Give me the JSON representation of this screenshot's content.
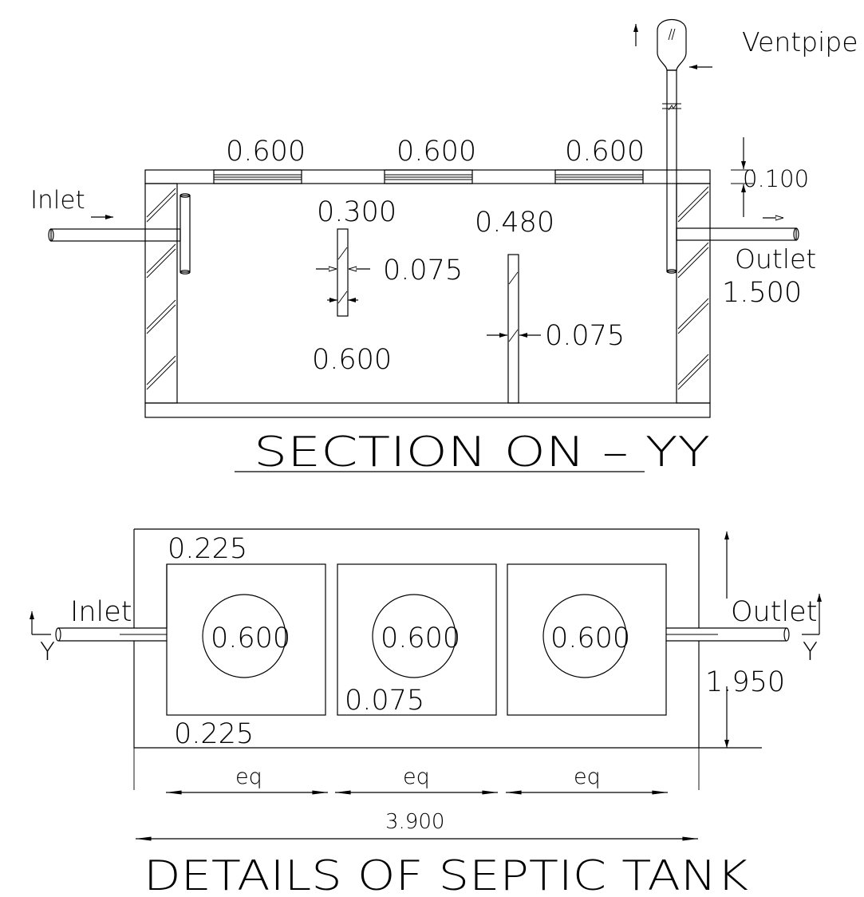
{
  "drawing_title": "DETAILS OF SEPTIC TANK",
  "section": {
    "title": "SECTION ON – YY",
    "inlet_label": "Inlet",
    "outlet_label": "Outlet",
    "ventpipe_label": "Ventpipe",
    "slab_openings": [
      "0.600",
      "0.600",
      "0.600"
    ],
    "slab_thickness": "0.100",
    "baffle1_height": "0.300",
    "baffle1_thickness": "0.075",
    "baffle1_bottom_gap": "0.600",
    "baffle2_top_gap": "0.480",
    "baffle2_thickness": "0.075",
    "tank_depth": "1.500"
  },
  "plan": {
    "inlet_label": "Inlet",
    "outlet_label": "Outlet",
    "section_marker_left": "Y",
    "section_marker_right": "Y",
    "wall_top": "0.225",
    "wall_bottom": "0.225",
    "manholes": [
      "0.600",
      "0.600",
      "0.600"
    ],
    "partition_thickness": "0.075",
    "overall_width": "1.950",
    "chambers": [
      "eq",
      "eq",
      "eq"
    ],
    "overall_length": "3.900"
  },
  "colors": {
    "line": "#000000",
    "background": "#ffffff"
  }
}
